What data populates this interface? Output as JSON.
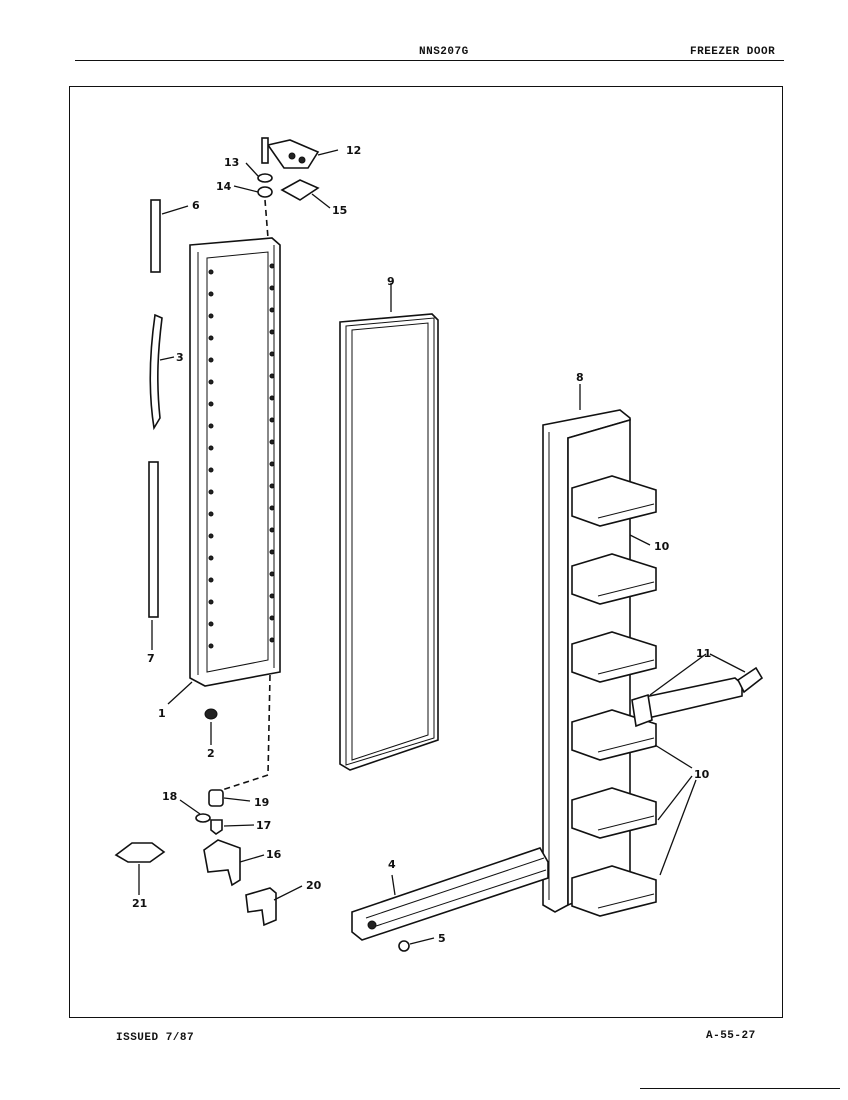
{
  "header": {
    "model": "NNS207G",
    "section": "FREEZER DOOR"
  },
  "footer": {
    "issued": "ISSUED 7/87",
    "page_code": "A-55-27"
  },
  "callouts": {
    "c1": "1",
    "c2": "2",
    "c3": "3",
    "c4": "4",
    "c5": "5",
    "c6": "6",
    "c7": "7",
    "c8": "8",
    "c9": "9",
    "c10a": "10",
    "c10b": "10",
    "c11": "11",
    "c12": "12",
    "c13": "13",
    "c14": "14",
    "c15": "15",
    "c16": "16",
    "c17": "17",
    "c18": "18",
    "c19": "19",
    "c20": "20",
    "c21": "21"
  }
}
